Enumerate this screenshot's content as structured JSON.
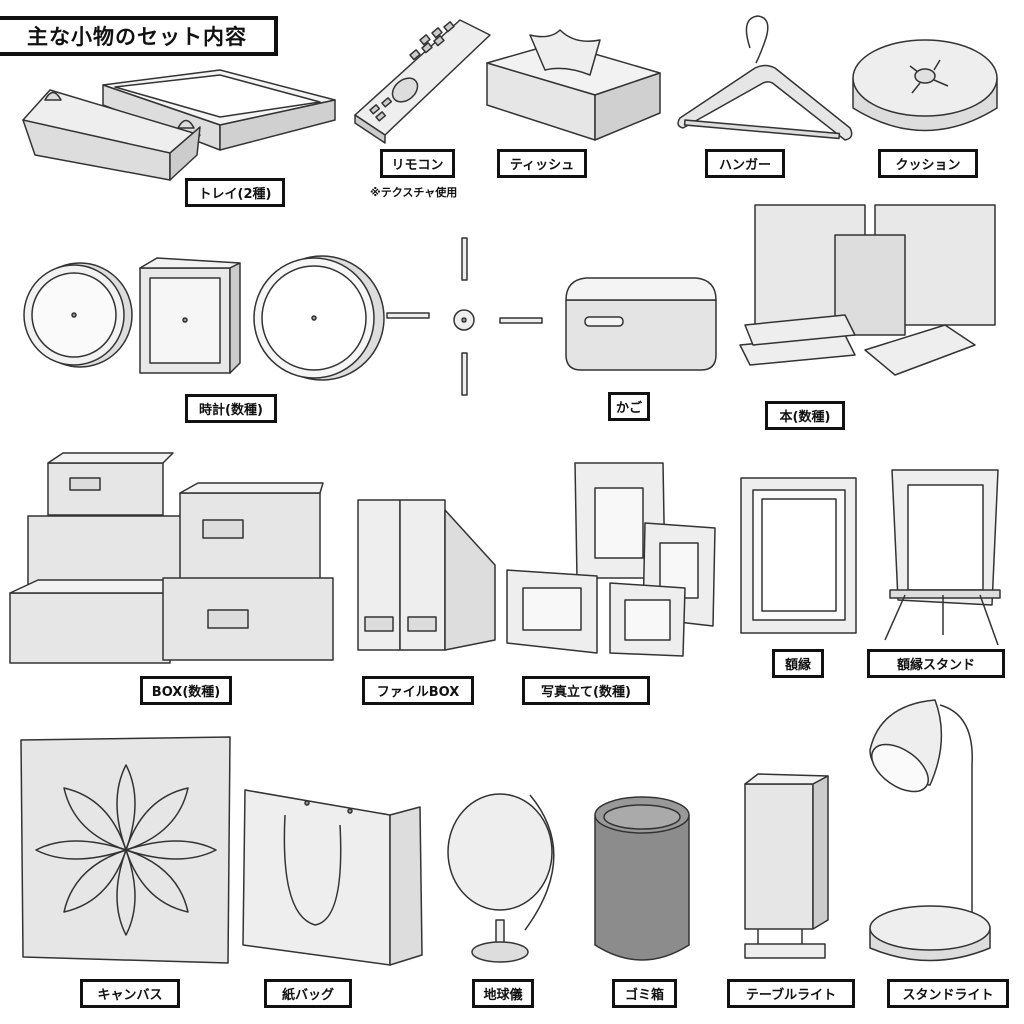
{
  "title": "主な小物のセット内容",
  "items": [
    {
      "id": "tray",
      "label": "トレイ(2種)"
    },
    {
      "id": "remote",
      "label": "リモコン",
      "note": "※テクスチャ使用"
    },
    {
      "id": "tissue",
      "label": "ティッシュ"
    },
    {
      "id": "hanger",
      "label": "ハンガー"
    },
    {
      "id": "cushion",
      "label": "クッション"
    },
    {
      "id": "clock",
      "label": "時計(数種)"
    },
    {
      "id": "basket",
      "label": "かご"
    },
    {
      "id": "book",
      "label": "本(数種)"
    },
    {
      "id": "box",
      "label": "BOX(数種)"
    },
    {
      "id": "file-box",
      "label": "ファイルBOX"
    },
    {
      "id": "photo-stand",
      "label": "写真立て(数種)"
    },
    {
      "id": "frame",
      "label": "額縁"
    },
    {
      "id": "frame-stand",
      "label": "額縁スタンド"
    },
    {
      "id": "canvas",
      "label": "キャンバス"
    },
    {
      "id": "paper-bag",
      "label": "紙バッグ"
    },
    {
      "id": "globe",
      "label": "地球儀"
    },
    {
      "id": "trash-can",
      "label": "ゴミ箱"
    },
    {
      "id": "table-light",
      "label": "テーブルライト"
    },
    {
      "id": "stand-light",
      "label": "スタンドライト"
    }
  ],
  "colors": {
    "outline": "#333333",
    "fill": "#e6e6e6",
    "trash": "#8c8c8c",
    "label_border": "#111111"
  }
}
